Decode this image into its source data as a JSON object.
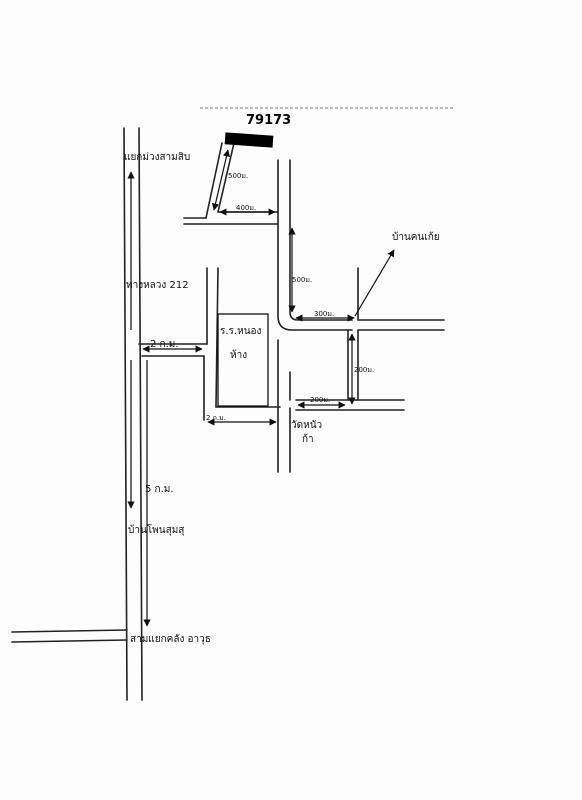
{
  "map": {
    "doc_number": "79173",
    "places": {
      "top_left": "แยกม่วงสามสิบ",
      "highway": "ทางหลวง 212",
      "hospital_line1": "ร.ร.หนอง",
      "hospital_line2": "ห้าง",
      "target": "บ้านคนเก้ย",
      "temple_line1": "วัดหนัว",
      "temple_line2": "ก้า",
      "village": "บ้านโพนสุมสุ",
      "bottom": "สามแยกคลัง อาวุธ"
    },
    "distances": {
      "top_500": "500ม.",
      "top_400": "400ม.",
      "right_500": "500ม.",
      "mid_300": "300ม.",
      "side_200": "200ม.",
      "bottom_200": "200ม.",
      "left_2km": "2 ก.ม.",
      "lower_2km": "2 ก.ม.",
      "long_5km": "5 ก.ม."
    },
    "colors": {
      "ink": "#111111",
      "paper": "#fdfdfd"
    }
  }
}
